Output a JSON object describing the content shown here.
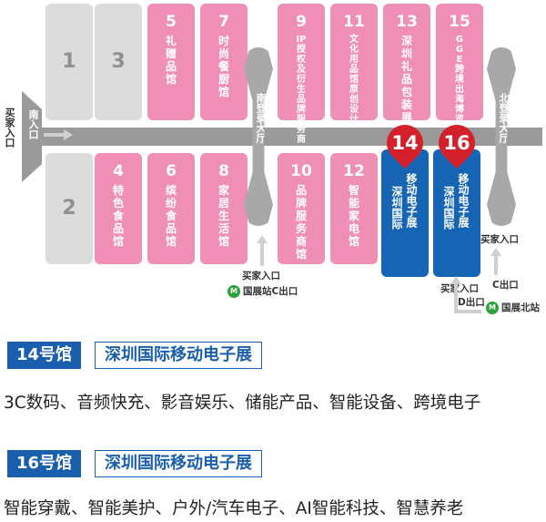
{
  "halls_top": [
    {
      "num": "1",
      "name": "",
      "color": "gray"
    },
    {
      "num": "3",
      "name": "",
      "color": "gray"
    },
    {
      "num": "5",
      "name": "礼赠品馆",
      "color": "pink"
    },
    {
      "num": "7",
      "name": "时尚餐厨馆",
      "color": "pink"
    },
    {
      "num": "9",
      "name": "IP授权及衍生品牌服务商",
      "color": "pink"
    },
    {
      "num": "11",
      "name": "文化用品馆原创设计",
      "color": "pink"
    },
    {
      "num": "13",
      "name": "深圳礼品包装展",
      "color": "pink"
    },
    {
      "num": "15",
      "name": "GGE跨境出海博览会",
      "color": "pink"
    }
  ],
  "halls_bottom": [
    {
      "num": "2",
      "name": "",
      "color": "gray"
    },
    {
      "num": "4",
      "name": "特色食品馆",
      "color": "pink"
    },
    {
      "num": "6",
      "name": "缤纷食品馆",
      "color": "pink"
    },
    {
      "num": "8",
      "name": "家居生活馆",
      "color": "pink"
    },
    {
      "num": "10",
      "name": "品牌服务商馆",
      "color": "pink"
    },
    {
      "num": "12",
      "name": "智能家电馆",
      "color": "pink"
    }
  ],
  "featured": [
    {
      "num": "14",
      "line1": "深圳国际",
      "line2": "移动电子展"
    },
    {
      "num": "16",
      "line1": "深圳国际",
      "line2": "移动电子展"
    }
  ],
  "lobbies": {
    "south": "南登录大厅",
    "north": "北登录大厅"
  },
  "entrances": {
    "west": "买家入口",
    "south_gate": "南入口",
    "south_buyer": "买家入口",
    "metro_c": "国展站C出口",
    "buyer_d1": "买家入口",
    "buyer_d2": "D出口",
    "north_buyer": "买家入口",
    "north_c": "C出口",
    "metro_north": "国展北站"
  },
  "metro_icon": "metro-icon",
  "sections": [
    {
      "badge": "14号馆",
      "title": "深圳国际移动电子展",
      "desc": "3C数码、音频快充、影音娱乐、储能产品、智能设备、跨境电子"
    },
    {
      "badge": "16号馆",
      "title": "深圳国际移动电子展",
      "desc": "智能穿戴、智能美护、户外/汽车电子、AI智能科技、智慧养老"
    }
  ],
  "colors": {
    "pink": "#f08fb6",
    "gray": "#dcdcdc",
    "blue": "#1565b4",
    "red": "#d4202a",
    "metro": "#2aa43a",
    "road": "#9a9a9a"
  }
}
